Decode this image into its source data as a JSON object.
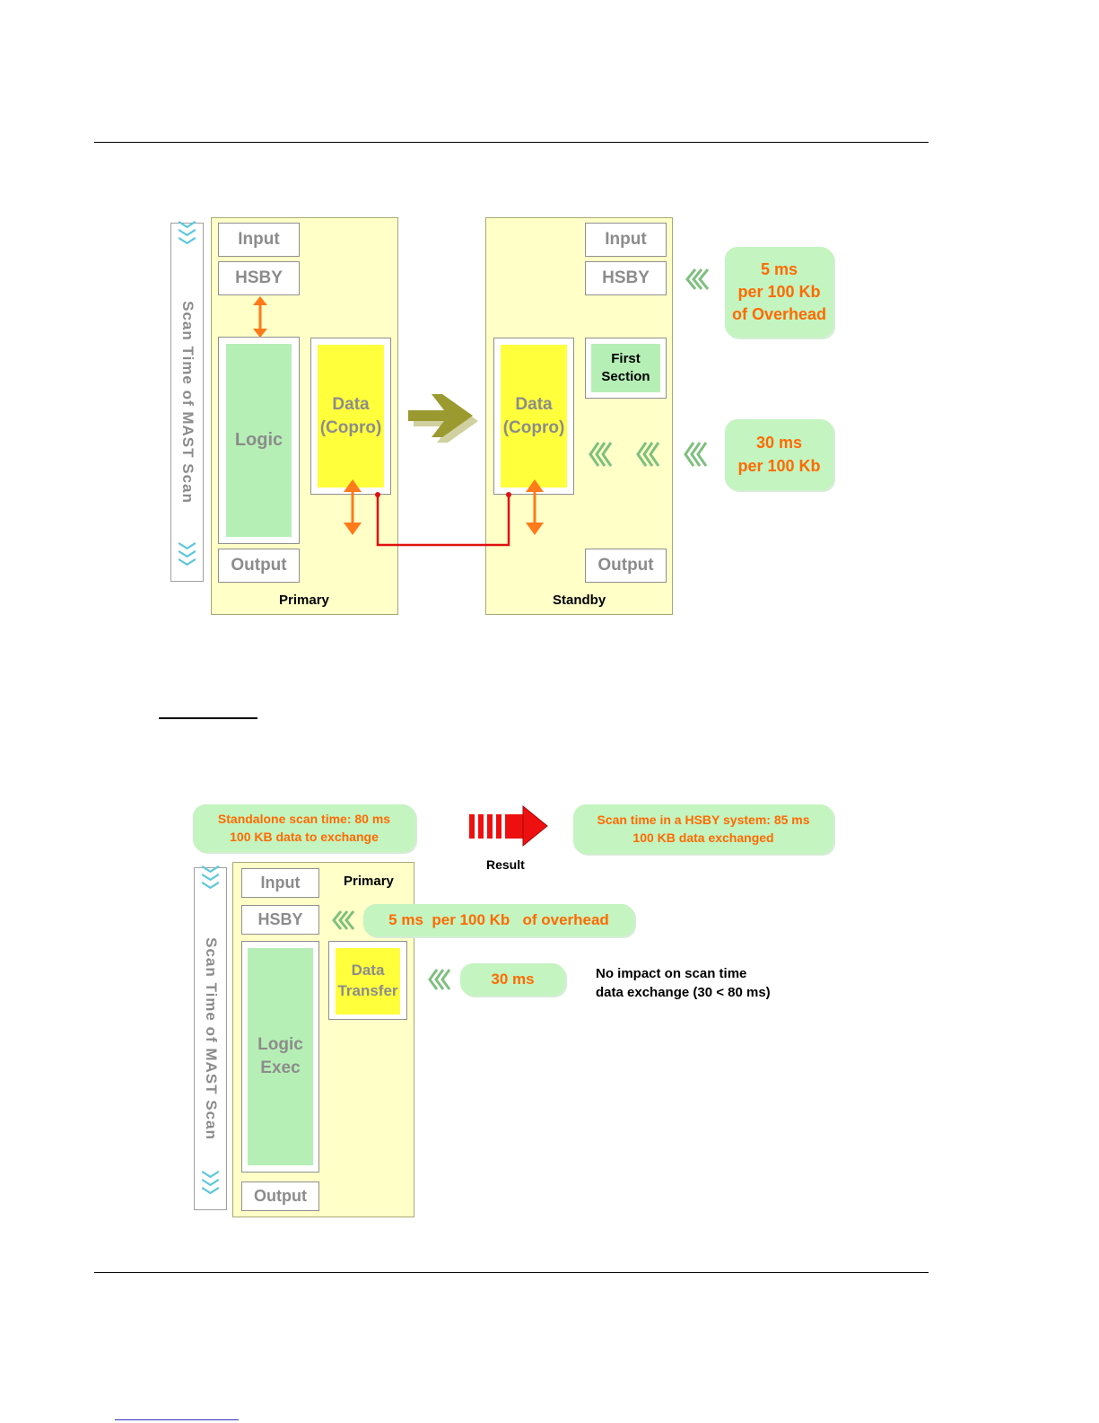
{
  "diagram1": {
    "scan_label": "Scan Time of MAST Scan",
    "primary": {
      "caption": "Primary",
      "input": "Input",
      "hsby": "HSBY",
      "logic": "Logic",
      "data": "Data\n(Copro)",
      "output": "Output"
    },
    "standby": {
      "caption": "Standby",
      "input": "Input",
      "hsby": "HSBY",
      "first_section": "First\nSection",
      "data": "Data\n(Copro)",
      "output": "Output"
    },
    "overhead_bubble": "5 ms\nper 100 Kb\nof Overhead",
    "transfer_bubble": "30 ms\nper 100 Kb"
  },
  "diagram2": {
    "scan_label": "Scan Time of MAST Scan",
    "standalone_bubble": "Standalone scan time: 80 ms\n100 KB data to exchange",
    "result_label": "Result",
    "hsby_bubble": "Scan time in a HSBY system: 85 ms\n100 KB data exchanged",
    "primary_caption": "Primary",
    "input": "Input",
    "hsby": "HSBY",
    "overhead_bubble": "5 ms  per 100 Kb   of overhead",
    "data_transfer": "Data\nTransfer",
    "transfer_bubble": "30 ms",
    "note": "No impact on scan time\ndata exchange (30 < 80 ms)",
    "logic": "Logic\nExec",
    "output": "Output"
  },
  "colors": {
    "panel": "#ffffc8",
    "green_fill": "#b6efb6",
    "yellow_fill": "#ffff3c",
    "bubble": "#c4f4c0",
    "bubble_text": "#ff6a00",
    "orange_arrow": "#ff7a1a",
    "red_link": "#e01010",
    "olive_arrow": "#9a9a30",
    "chevron": "#59c6dc"
  },
  "icons": [
    "double-chevron-down-icon",
    "triple-chevron-left-icon",
    "double-arrow-vertical-icon",
    "big-arrow-right-icon"
  ]
}
